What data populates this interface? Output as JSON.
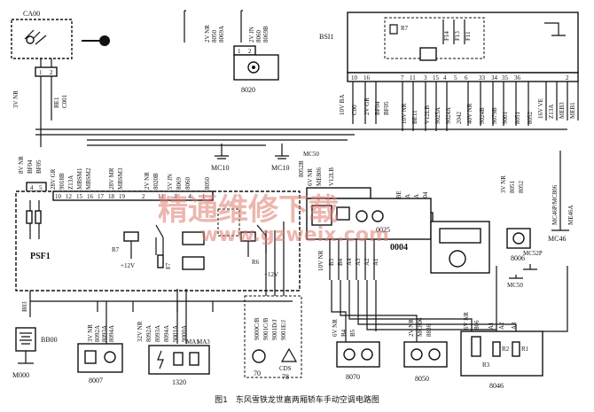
{
  "caption": "图1　东风雪铁龙世嘉两厢轿车手动空调电路图",
  "watermark": {
    "cn": "精通维修下载",
    "url": "www.gzweix.com"
  },
  "components": {
    "ca00": "CA00",
    "bsi1": "BSI1",
    "c8020": "8020",
    "psf1": "PSF1",
    "c0004": "0004",
    "c8006": "8006",
    "mc46": "MC46",
    "mc10a": "MC10",
    "mc10b": "MC10",
    "mc50": "MC50",
    "mc52p": "MC52P",
    "mc50a": "MC50",
    "bb00": "BB00",
    "m000": "M000",
    "c8007": "8007",
    "c1320": "1320",
    "c8070": "8070",
    "c8050": "8050",
    "c8046": "8046",
    "c70": "70",
    "c78": "78",
    "r7": "R7",
    "r6": "R6",
    "f7": "F7",
    "r7b": "R7",
    "f14": "F14",
    "f13": "F13",
    "f11": "F11",
    "v12a": "+12V",
    "v12b": "+12V",
    "cds": "CDS",
    "b03": "B03",
    "c0025": "0025"
  },
  "wires": {
    "ca00_w1": "3V NR",
    "ca00_w2": "BE1",
    "ca00_w3": "C001",
    "w8020_a1": "2V NR",
    "w8020_a2": "8050",
    "w8020_a3": "8069A",
    "w8020_b1": "2V JN",
    "w8020_b2": "8060",
    "w8020_b3": "8069B",
    "bsi_l1": "10V BA",
    "bsi_l2": "C00",
    "bsi_l3": "2V GR",
    "bsi_l4": "BF04",
    "bsi_l5": "BF05",
    "bsi_m1": "10V NR",
    "bsi_m2": "BE11",
    "bsi_m3": "V12LB",
    "bsi_m4": "9025A",
    "bsi_m5": "9024A",
    "bsi_m6": "2042",
    "bsi_r1": "40V NR",
    "bsi_r2": "9024B",
    "bsi_r3": "9079B",
    "bsi_r4": "9001",
    "bsi_r5": "8051",
    "bsi_r6": "8052",
    "bsi_v1": "16V VE",
    "bsi_v2": "Z13A",
    "bsi_v3": "MEB3",
    "bsi_v4": "MEB1",
    "psf_l1": "8V NR",
    "psf_l2": "BF04",
    "psf_l3": "BF05",
    "psf_g1": "28V GR",
    "psf_g2": "9018B",
    "psf_g3": "Z13A",
    "psf_g4": "MBSM1",
    "psf_g5": "MBSM2",
    "psf_g6": "28V MR",
    "psf_g7": "MBSM3",
    "psf_g8": "2V NR",
    "psf_g9": "8020B",
    "psf_g10": "5V JN",
    "psf_g11": "8069",
    "psf_g12": "8060",
    "psf_g13": "8050",
    "psf_f": "F11",
    "b03w": "B03",
    "c0004_t1": "6V NR",
    "c0004_t2": "ME806",
    "c0004_t3": "V12LB",
    "c0004_t4": "26V BE",
    "c0004_t5": "9025A",
    "c0004_t6": "9024A",
    "c0004_t7": "MC004",
    "c0004_t8": "8052B",
    "c0004_b1": "10V NR",
    "c0004_b2": "B3",
    "c0004_b3": "B4",
    "c0004_b4": "A4",
    "c0004_b5": "A3",
    "c0004_b6": "A2",
    "c0004_b7": "A1",
    "c8006_w1": "3V NR",
    "c8006_w2": "8051",
    "c8006_w3": "8052",
    "mc46_w1": "MC46P/MC806",
    "mc46_w2": "ME46A",
    "c8007_w1": "3V NR",
    "c8007_w2": "8092A",
    "c8007_w3": "8093A",
    "c8007_w4": "8094A",
    "c1320_w1": "32V NR",
    "c1320_w2": "8092A",
    "c1320_w3": "8093A",
    "c1320_w4": "8094A",
    "c1320_w5": "9001A",
    "c1320_w6": "9000A",
    "c1320_w7": "MA1",
    "c1320_w8": "MA3",
    "c70_w1": "9000C/B",
    "c70_w2": "9001C/B",
    "c70_w3": "9001D/J",
    "c70_w4": "9001E/J",
    "c8070_w1": "6V NR",
    "c8070_w2": "B4",
    "c8070_w3": "B5",
    "c8050_w1": "2V NR",
    "c8050_w2": "MC806",
    "c8050_w3": "8836",
    "c8046_w1": "6V NR",
    "c8046_w2": "806",
    "c8046_w3": "A1",
    "c8046_w4": "A2",
    "c8046_w5": "A3",
    "c8046_r1": "R1",
    "c8046_r2": "R2",
    "c8046_r3": "R3"
  },
  "pins": {
    "ca00": [
      "1",
      "2"
    ],
    "c8020": [
      "1",
      "2"
    ],
    "psf_top": [
      "4",
      "5"
    ],
    "psf_mid": [
      "10",
      "12",
      "15",
      "16",
      "17",
      "18",
      "19",
      "2",
      "11",
      "3",
      "4",
      "1"
    ],
    "bsi": [
      "10",
      "16",
      "7",
      "11",
      "3",
      "15",
      "4",
      "5",
      "6",
      "33",
      "34",
      "35",
      "36",
      "2"
    ],
    "c0004_top": [
      "6",
      "5",
      "4",
      "3",
      "2",
      "1"
    ]
  }
}
